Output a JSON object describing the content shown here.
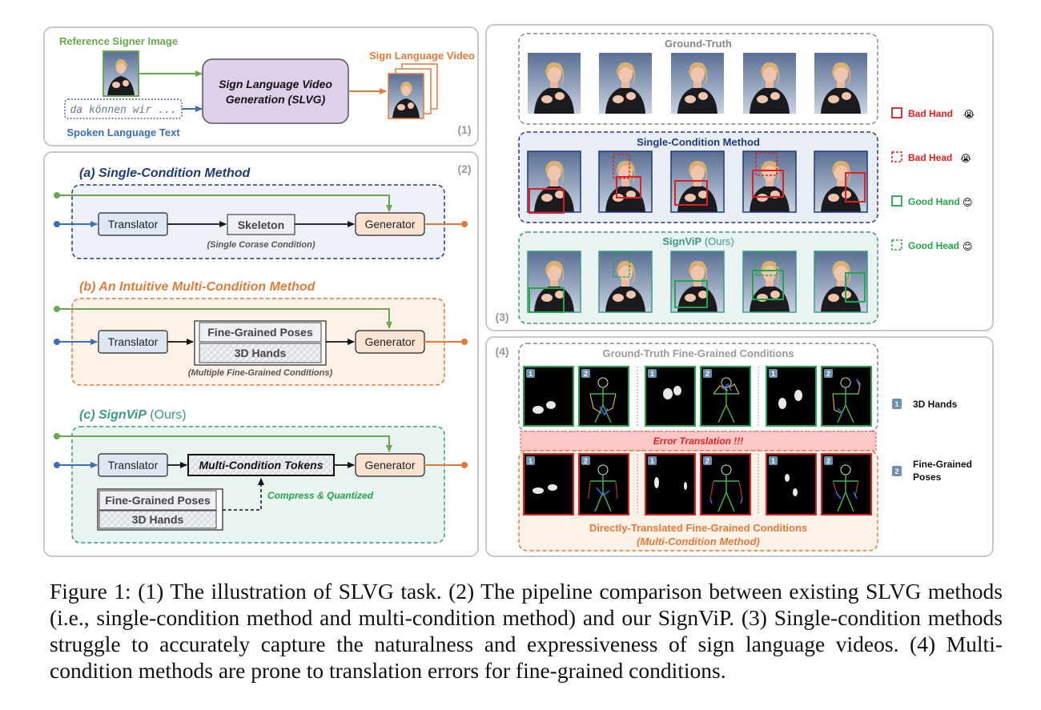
{
  "panel1": {
    "number": "(1)",
    "reference_label": "Reference Signer Image",
    "text_placeholder": "da können wir ...",
    "text_label": "Spoken Language Text",
    "slvg_line1": "Sign Language Video",
    "slvg_line2": "Generation (SLVG)",
    "video_label": "Sign Language Video"
  },
  "panel2": {
    "number": "(2)",
    "a_title": "(a) Single-Condition Method",
    "b_title": "(b) An Intuitive Multi-Condition Method",
    "c_title_bold": "(c) SignViP",
    "c_title_rest": " (Ours)",
    "translator": "Translator",
    "generator": "Generator",
    "skeleton": "Skeleton",
    "single_note": "(Single Corase Condition)",
    "poses": "Fine-Grained Poses",
    "hands3d": "3D Hands",
    "multi_note": "(Multiple Fine-Grained Conditions)",
    "tokens": "Multi-Condition Tokens",
    "compress": "Compress & Quantized"
  },
  "panel3": {
    "number": "(3)",
    "gt": "Ground-Truth",
    "single": "Single-Condition Method",
    "ours_bold": "SignViP",
    "ours_rest": " (Ours)",
    "legend": [
      "Bad Hand",
      "Bad Head",
      "Good Hand",
      "Good Head"
    ],
    "legend_emoji": [
      "😭",
      "😭",
      "😊",
      "😊"
    ]
  },
  "panel4": {
    "number": "(4)",
    "gt_title": "Ground-Truth Fine-Grained Conditions",
    "error": "Error Translation !!!",
    "direct_title": "Directly-Translated Fine-Grained Conditions",
    "direct_sub": "(Multi-Condition Method)",
    "badge1": "1",
    "badge2": "2",
    "legend1": "3D Hands",
    "legend2_line1": "Fine-Grained",
    "legend2_line2": "Poses"
  },
  "caption": "Figure 1:  (1) The illustration of SLVG task. (2) The pipeline comparison between existing SLVG methods (i.e., single-condition method and multi-condition method) and our SignViP. (3) Single-condition methods struggle to accurately capture the naturalness and expressiveness of sign language videos. (4) Multi-condition methods are prone to translation errors for fine-grained conditions.",
  "colors": {
    "green": "#6aa84f",
    "blue": "#3d6db5",
    "orange": "#e07b39",
    "navy": "#1f3a7a",
    "teal": "#3a9a86",
    "red": "#e02020",
    "good": "#22a64a"
  }
}
